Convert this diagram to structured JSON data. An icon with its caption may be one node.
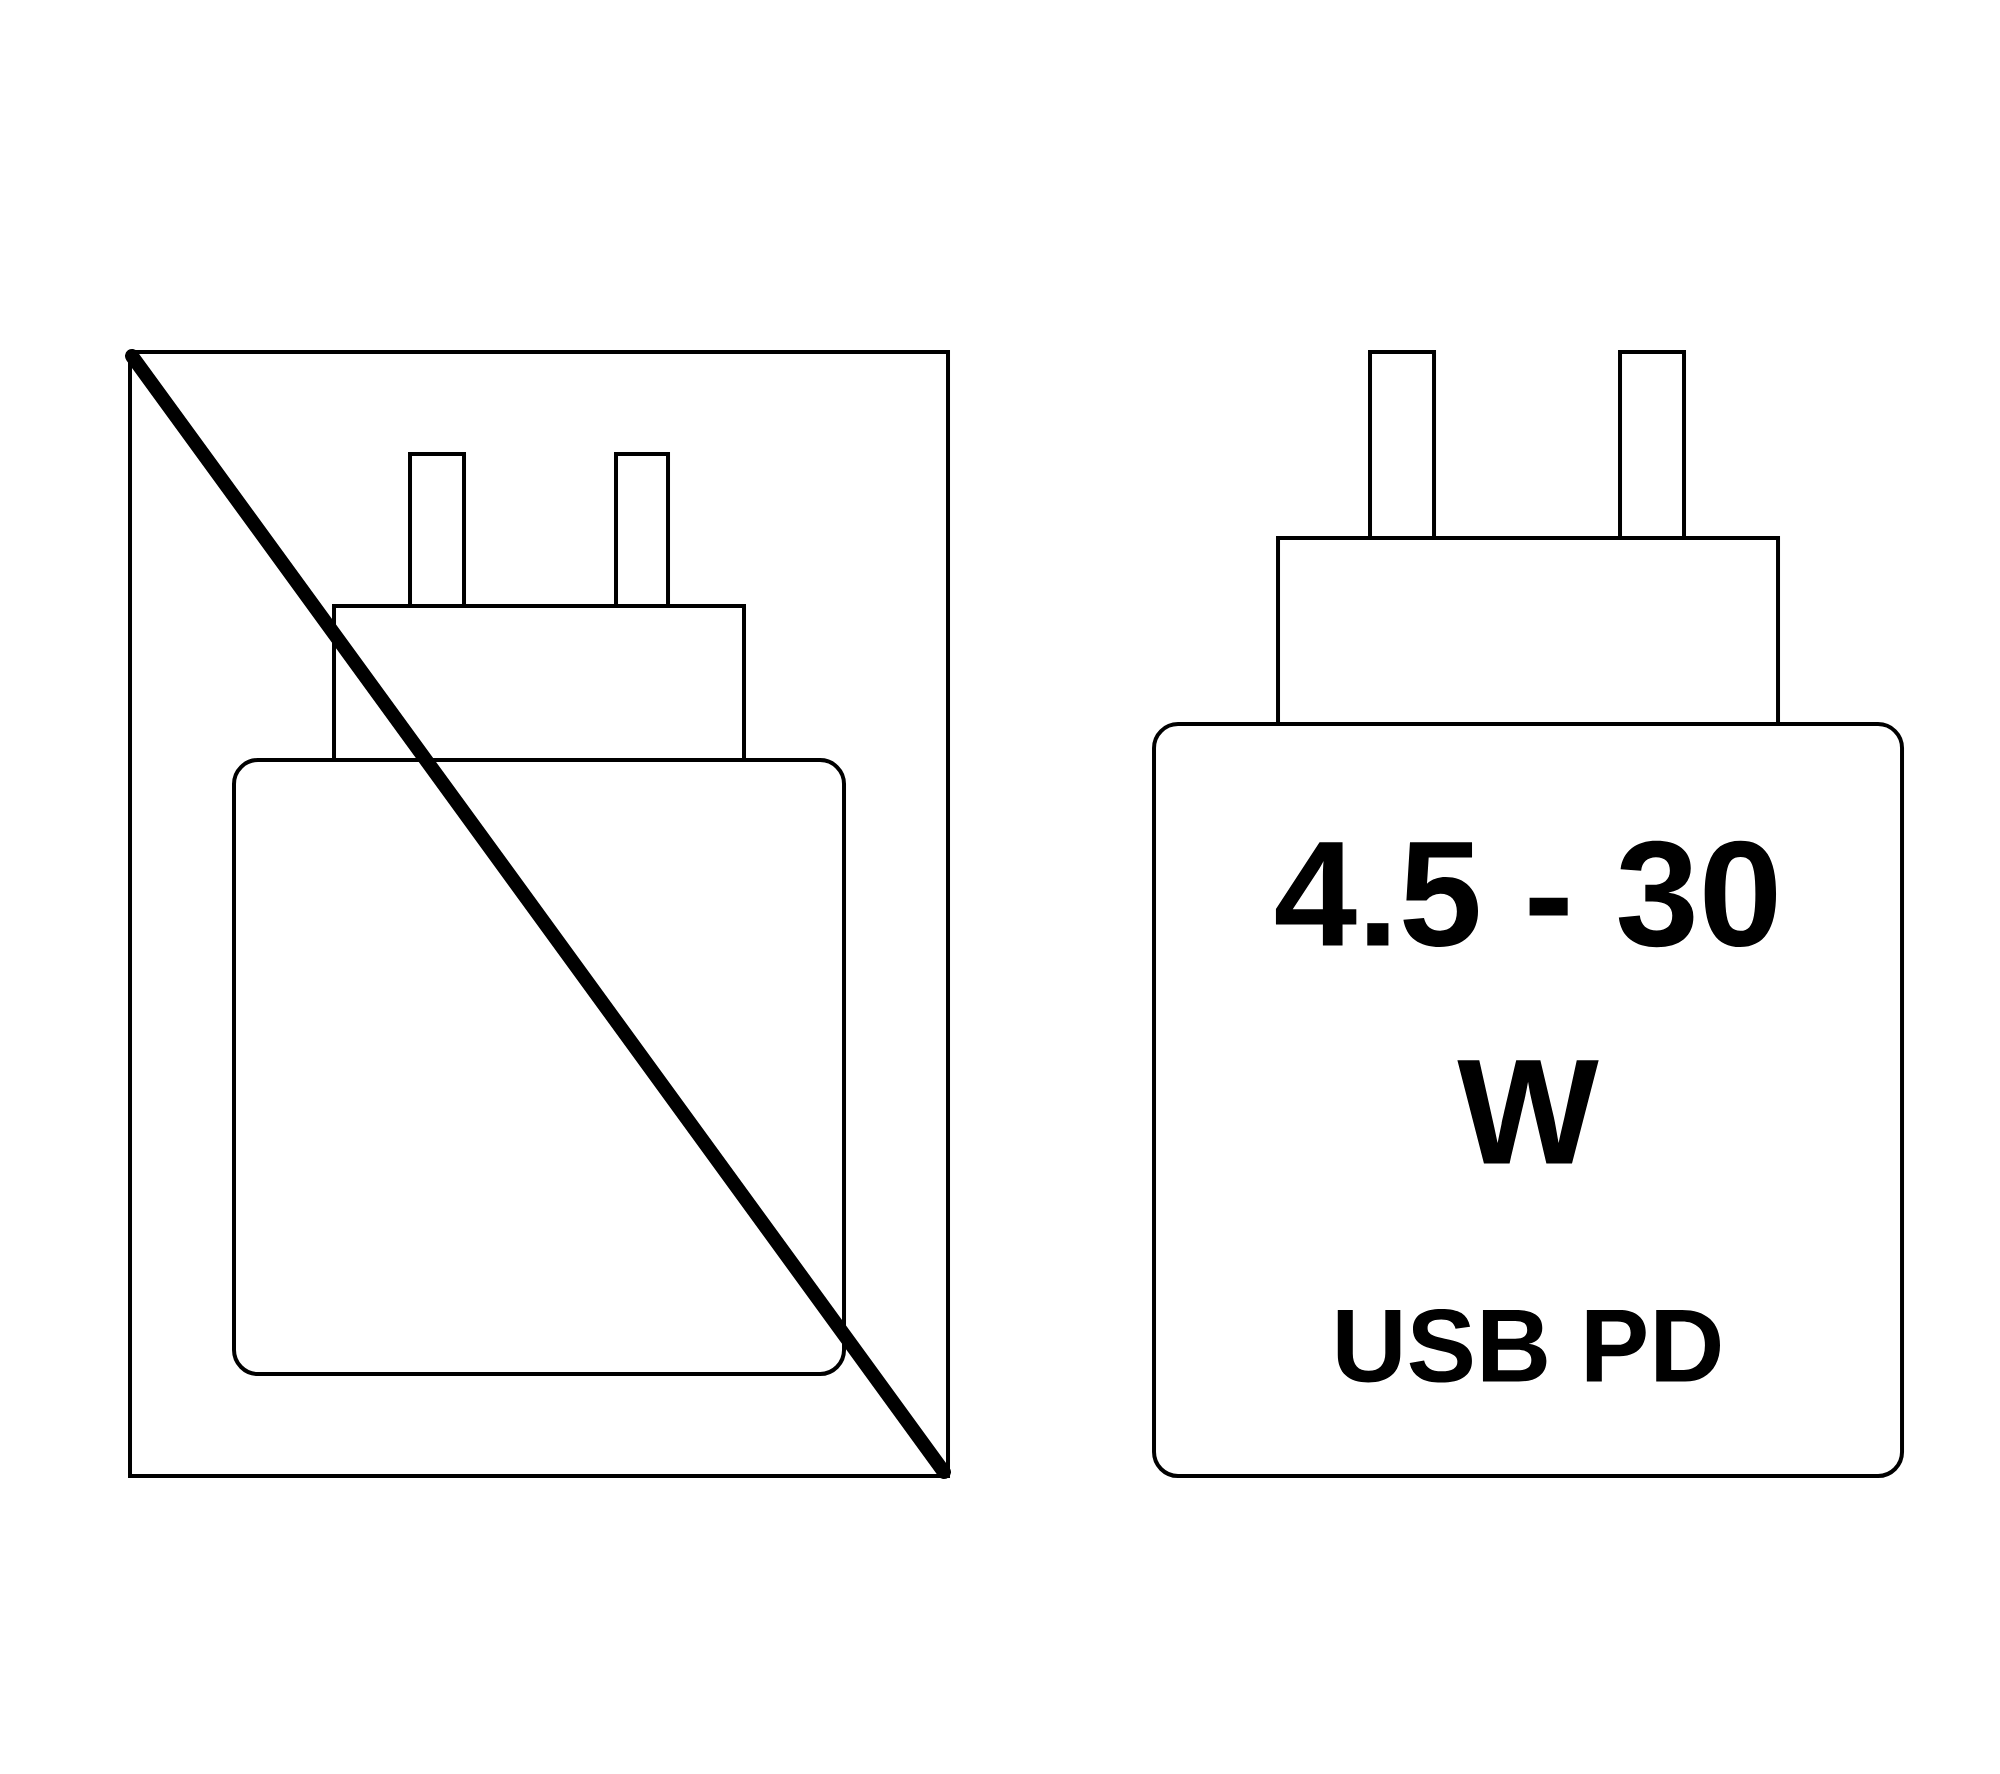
{
  "diagram": {
    "nodes": [
      {
        "text": [],
        "shape": "box"
      },
      {
        "text": [
          "4.5 - 30 W",
          "USB PD"
        ]
      }
    ]
  }
}
